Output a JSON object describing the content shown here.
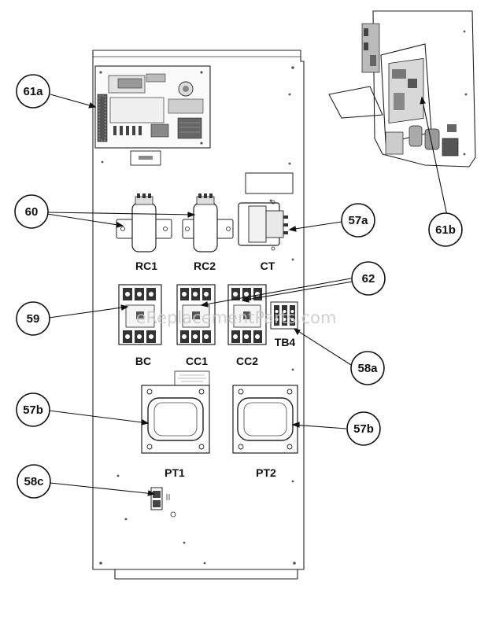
{
  "watermark": "eReplacementParts.com",
  "callouts": {
    "c61a": "61a",
    "c60": "60",
    "c57a": "57a",
    "c62": "62",
    "c59": "59",
    "c58a": "58a",
    "c57b_left": "57b",
    "c57b_right": "57b",
    "c58c": "58c",
    "c61b": "61b"
  },
  "labels": {
    "rc1": "RC1",
    "rc2": "RC2",
    "ct": "CT",
    "bc": "BC",
    "cc1": "CC1",
    "cc2": "CC2",
    "tb4": "TB4",
    "pt1": "PT1",
    "pt2": "PT2"
  }
}
